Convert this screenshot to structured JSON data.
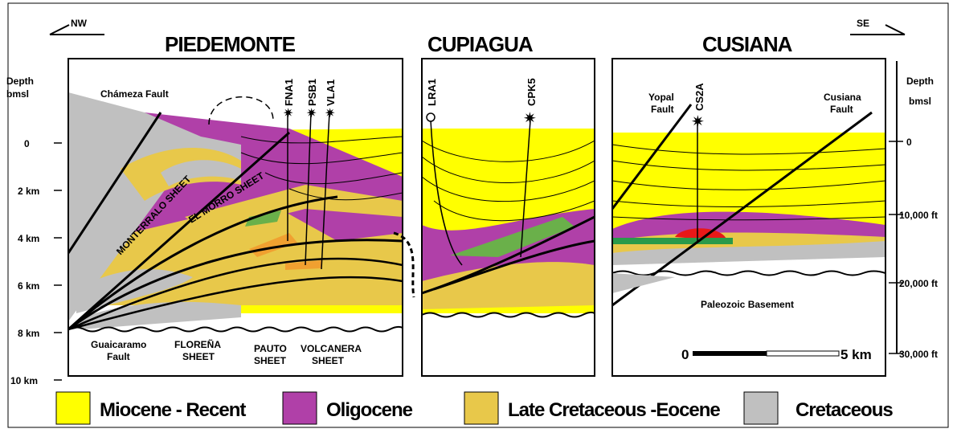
{
  "orientation": {
    "left": "NW",
    "right": "SE"
  },
  "panels": {
    "piedemonte": {
      "title": "PIEDEMONTE"
    },
    "cupiagua": {
      "title": "CUPIAGUA"
    },
    "cusiana": {
      "title": "CUSIANA"
    }
  },
  "left_axis": {
    "title_line1": "Depth",
    "title_line2": "bmsl",
    "ticks": [
      "0",
      "2 km",
      "4 km",
      "6 km",
      "8 km",
      "10 km"
    ]
  },
  "right_axis": {
    "title_line1": "Depth",
    "title_line2": "bmsl",
    "ticks": [
      "0",
      "10,000 ft",
      "20,000 ft",
      "30,000 ft"
    ]
  },
  "wells": [
    "FNA1",
    "PSB1",
    "VLA1",
    "LRA1",
    "CPK5",
    "CS2A"
  ],
  "labels": {
    "chameza_fault": "Chámeza Fault",
    "monterralo_sheet": "MONTERRALO SHEET",
    "el_morro_sheet": "EL MORRO SHEET",
    "guaicaramo_l1": "Guaicaramo",
    "guaicaramo_l2": "Fault",
    "florena_l1": "FLOREÑA",
    "florena_l2": "SHEET",
    "pauto_l1": "PAUTO",
    "pauto_l2": "SHEET",
    "volcanera_l1": "VOLCANERA",
    "volcanera_l2": "SHEET",
    "yopal_l1": "Yopal",
    "yopal_l2": "Fault",
    "cusiana_fault_l1": "Cusiana",
    "cusiana_fault_l2": "Fault",
    "paleozoic": "Paleozoic Basement"
  },
  "scale": {
    "start": "0",
    "end": "5 km"
  },
  "legend": [
    {
      "label": "Miocene - Recent",
      "color": "#ffff00"
    },
    {
      "label": "Oligocene",
      "color": "#b040a8"
    },
    {
      "label": "Late Cretaceous -Eocene",
      "color": "#e8c84a"
    },
    {
      "label": "Cretaceous",
      "color": "#c0c0c0"
    }
  ],
  "colors": {
    "miocene": "#ffff00",
    "oligocene": "#b040a8",
    "eocene": "#e8c84a",
    "cretaceous": "#c0c0c0",
    "reservoir_green": "#6ab04a",
    "reservoir_orange": "#f0a030",
    "reservoir_red": "#e81818"
  }
}
